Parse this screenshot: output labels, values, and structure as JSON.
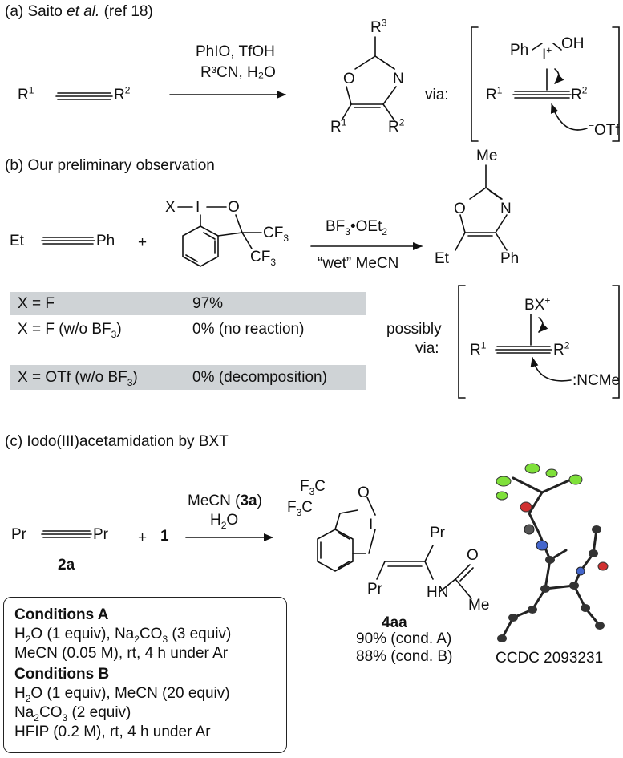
{
  "panel_a": {
    "heading": "(a) Saito et al. (ref 18)",
    "reagents_line1": "PhIO, TfOH",
    "reagents_line2": "R³CN, H₂O",
    "substrate": "R¹—≡—R²",
    "product_substituents": [
      "R³",
      "O",
      "N",
      "R¹",
      "R²"
    ],
    "via_label": "via:",
    "intermediate_text": [
      "Ph",
      "I⁺",
      "OH",
      "R¹",
      "R²",
      "⁻OTf"
    ]
  },
  "panel_b": {
    "heading": "(b) Our preliminary observation",
    "alkyne": "Et—≡—Ph",
    "plus": "+",
    "reagent_labels": [
      "X",
      "I",
      "O",
      "CF₃",
      "CF₃"
    ],
    "reagents_above": "BF₃•OEt₂",
    "reagents_below": "“wet” MeCN",
    "product_labels": [
      "Me",
      "O",
      "N",
      "Et",
      "Ph"
    ],
    "table": [
      {
        "x": "X = F",
        "result": "97%",
        "shaded": true
      },
      {
        "x": "X = F (w/o BF₃)",
        "result": "0% (no reaction)",
        "shaded": false
      },
      {
        "x": "X = OTf (w/o BF₃)",
        "result": "0% (decomposition)",
        "shaded": true
      }
    ],
    "possibly_via": [
      "possibly",
      "via:"
    ],
    "intermediate_text": [
      "BX⁺",
      "R¹",
      "R²",
      ":NCMe"
    ]
  },
  "panel_c": {
    "heading": "(c) Iodo(III)acetamidation by BXT",
    "alkyne": "Pr—≡—Pr",
    "alkyne_id": "2a",
    "plus": "+",
    "reagent_id": "1",
    "reagents_above": "MeCN (3a)",
    "reagents_below": "H₂O",
    "product_labels": [
      "F₃C",
      "F₃C",
      "O",
      "I",
      "Pr",
      "Pr",
      "HN",
      "O",
      "Me"
    ],
    "product_id": "4aa",
    "yields": [
      "90% (cond. A)",
      "88% (cond. B)"
    ],
    "ccdc": "CCDC 2093231",
    "conditions_A_title": "Conditions A",
    "conditions_A": [
      "H₂O (1 equiv), Na₂CO₃ (3 equiv)",
      "MeCN (0.05 M), rt, 4 h under Ar"
    ],
    "conditions_B_title": "Conditions B",
    "conditions_B": [
      "H₂O (1 equiv), MeCN (20 equiv)",
      "Na₂CO₃ (2 equiv)",
      "HFIP (0.2 M), rt, 4 h under Ar"
    ]
  }
}
